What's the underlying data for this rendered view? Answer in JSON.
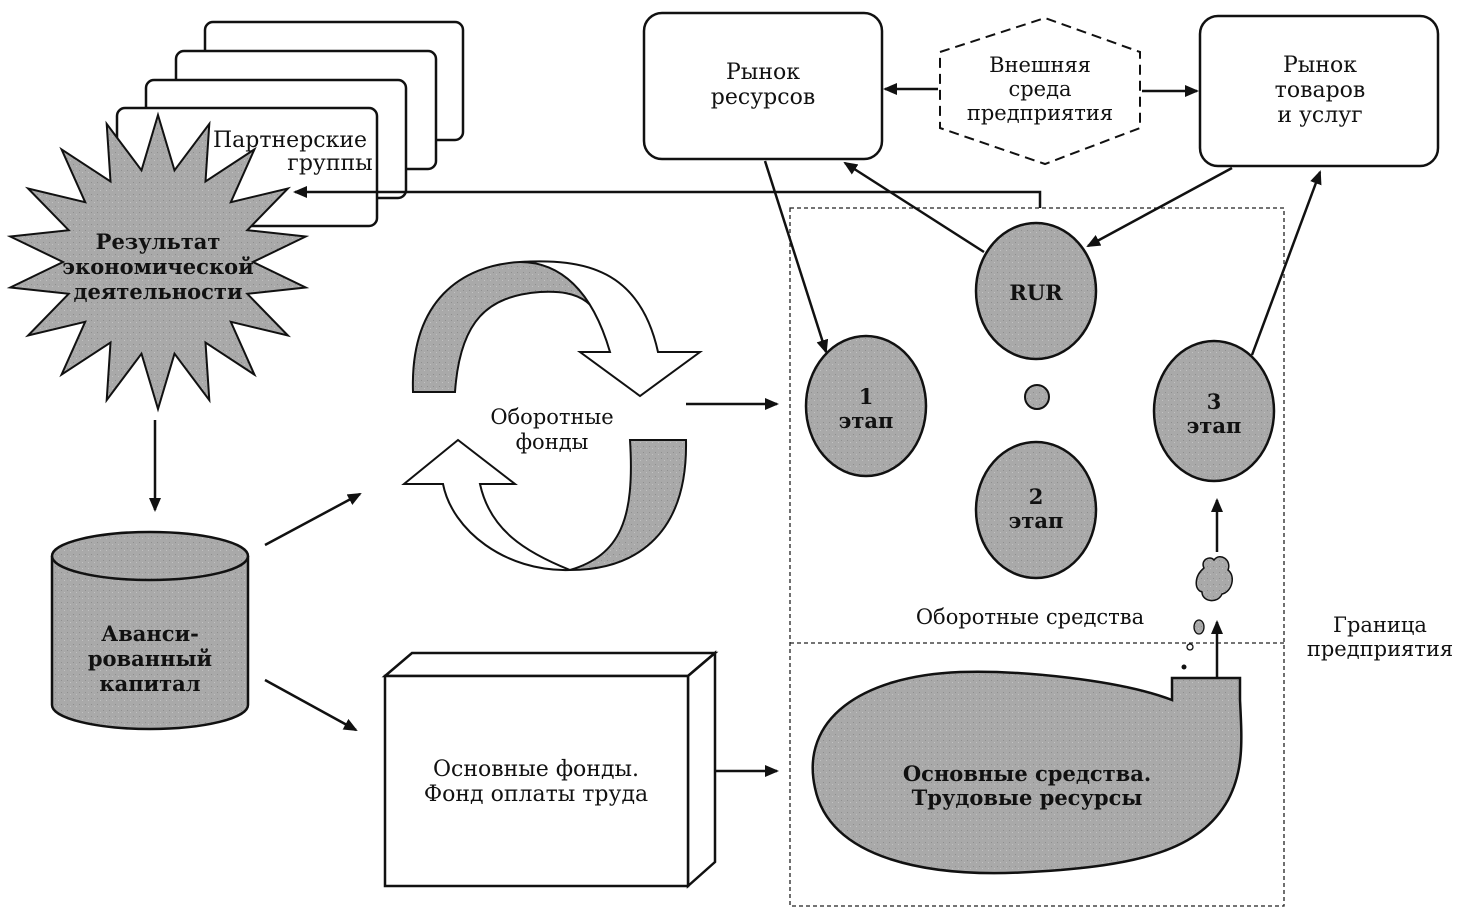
{
  "partner_groups": {
    "line1": "Партнерские",
    "line2": "группы"
  },
  "result": {
    "line1": "Результат",
    "line2": "экономической",
    "line3": "деятельности"
  },
  "capital": {
    "line1": "Аванси-",
    "line2": "рованный",
    "line3": "капитал"
  },
  "resource_market": {
    "line1": "Рынок",
    "line2": "ресурсов"
  },
  "external_env": {
    "line1": "Внешняя",
    "line2": "среда",
    "line3": "предприятия"
  },
  "goods_market": {
    "line1": "Рынок",
    "line2": "товаров",
    "line3": "и услуг"
  },
  "working_funds": {
    "line1": "Оборотные",
    "line2": "фонды"
  },
  "fixed_funds": {
    "line1": "Основные фонды.",
    "line2": "Фонд оплаты труда"
  },
  "rur": "RUR",
  "stage1": {
    "num": "1",
    "label": "этап"
  },
  "stage2": {
    "num": "2",
    "label": "этап"
  },
  "stage3": {
    "num": "3",
    "label": "этап"
  },
  "working_capital": "Оборотные средства",
  "fixed_assets": {
    "line1": "Основные средства.",
    "line2": "Трудовые ресурсы"
  },
  "boundary": {
    "line1": "Граница",
    "line2": "предприятия"
  },
  "colors": {
    "shade": "#a9a9a9",
    "stroke": "#111111",
    "background": "#ffffff"
  }
}
